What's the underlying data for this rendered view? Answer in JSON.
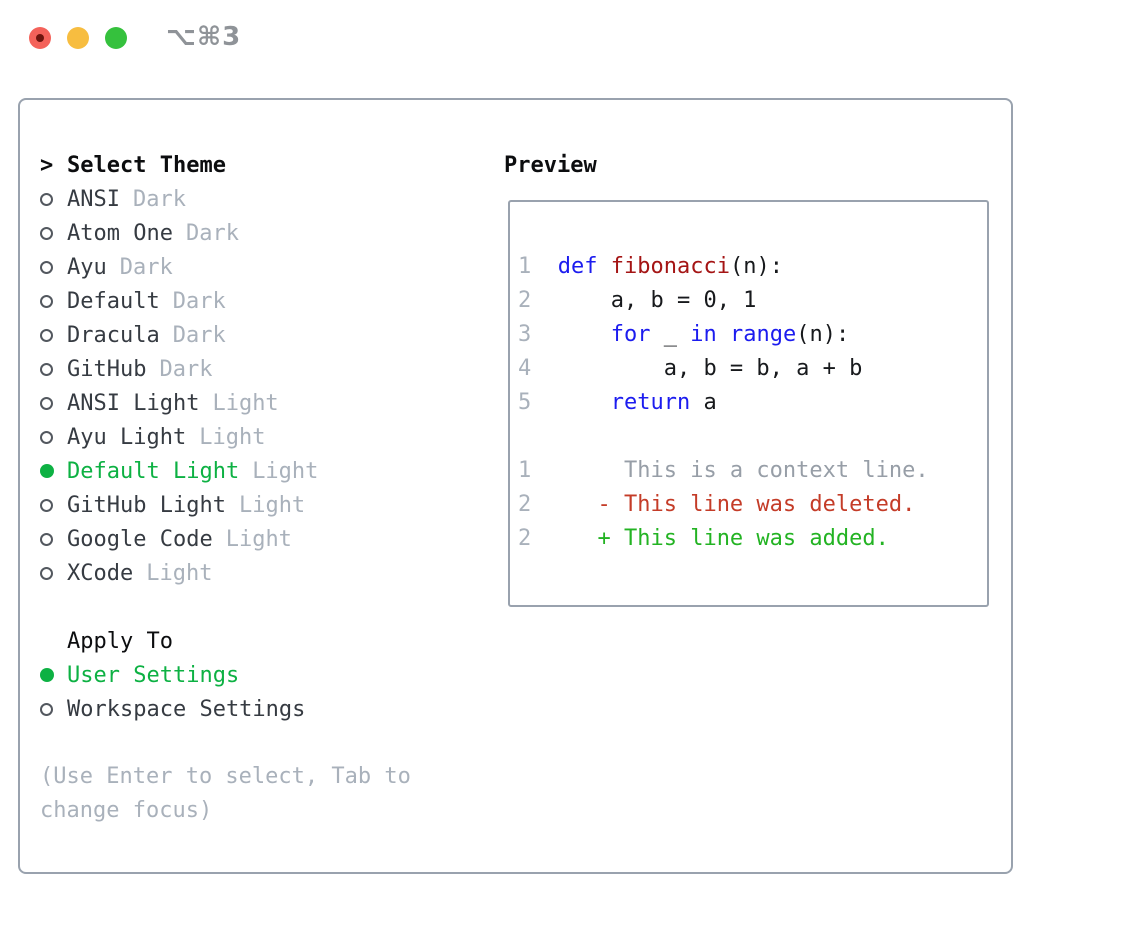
{
  "titlebar": {
    "shortcut": "⌥⌘3"
  },
  "colors": {
    "panel-border": "#99a2ae",
    "item-text": "#363b42",
    "title-text": "#0c0d0f",
    "muted": "#a9b1bb",
    "ui-green": "#0db143",
    "diff-green": "#23b323",
    "diff-red": "#c43c28",
    "fn-red": "#a41414",
    "kw-blue": "#1c1cef",
    "code-text": "#17191c",
    "context-gray": "#979ea7",
    "ring": "#53585f",
    "titlebar-text": "#8f9398",
    "light-red": "#f4625a",
    "light-yellow": "#f7bd40",
    "light-green": "#35c13d",
    "light-red-dot": "#6e150e"
  },
  "theme": {
    "prefix": ">",
    "title": "Select Theme",
    "items": [
      {
        "label": "ANSI",
        "tag": "Dark",
        "selected": false
      },
      {
        "label": "Atom One",
        "tag": "Dark",
        "selected": false
      },
      {
        "label": "Ayu",
        "tag": "Dark",
        "selected": false
      },
      {
        "label": "Default",
        "tag": "Dark",
        "selected": false
      },
      {
        "label": "Dracula",
        "tag": "Dark",
        "selected": false
      },
      {
        "label": "GitHub",
        "tag": "Dark",
        "selected": false
      },
      {
        "label": "ANSI Light",
        "tag": "Light",
        "selected": false
      },
      {
        "label": "Ayu Light",
        "tag": "Light",
        "selected": false
      },
      {
        "label": "Default Light",
        "tag": "Light",
        "selected": true
      },
      {
        "label": "GitHub Light",
        "tag": "Light",
        "selected": false
      },
      {
        "label": "Google Code",
        "tag": "Light",
        "selected": false
      },
      {
        "label": "XCode",
        "tag": "Light",
        "selected": false
      }
    ]
  },
  "apply": {
    "title": "Apply To",
    "options": [
      {
        "label": "User Settings",
        "selected": true
      },
      {
        "label": "Workspace Settings",
        "selected": false
      }
    ]
  },
  "hint": {
    "lines": [
      "(Use Enter to select, Tab to",
      "change focus)"
    ]
  },
  "preview": {
    "title": "Preview",
    "lines": [
      [
        {
          "s": "num",
          "t": "1  "
        },
        {
          "s": "kw",
          "t": "def"
        },
        {
          "s": "txt",
          "t": " "
        },
        {
          "s": "fn",
          "t": "fibonacci"
        },
        {
          "s": "txt",
          "t": "(n):"
        }
      ],
      [
        {
          "s": "num",
          "t": "2  "
        },
        {
          "s": "txt",
          "t": "    a, b = 0, 1"
        }
      ],
      [
        {
          "s": "num",
          "t": "3  "
        },
        {
          "s": "txt",
          "t": "    "
        },
        {
          "s": "kw",
          "t": "for"
        },
        {
          "s": "txt",
          "t": " _ "
        },
        {
          "s": "kw",
          "t": "in"
        },
        {
          "s": "txt",
          "t": " "
        },
        {
          "s": "kw",
          "t": "range"
        },
        {
          "s": "txt",
          "t": "(n):"
        }
      ],
      [
        {
          "s": "num",
          "t": "4  "
        },
        {
          "s": "txt",
          "t": "        a, b = b, a + b"
        }
      ],
      [
        {
          "s": "num",
          "t": "5  "
        },
        {
          "s": "txt",
          "t": "    "
        },
        {
          "s": "kw",
          "t": "return"
        },
        {
          "s": "txt",
          "t": " a"
        }
      ],
      [],
      [
        {
          "s": "num",
          "t": "1  "
        },
        {
          "s": "ctx",
          "t": "     This is a context line."
        }
      ],
      [
        {
          "s": "num",
          "t": "2  "
        },
        {
          "s": "del",
          "t": "   - This line was deleted."
        }
      ],
      [
        {
          "s": "num",
          "t": "2  "
        },
        {
          "s": "add",
          "t": "   + This line was added."
        }
      ]
    ]
  }
}
